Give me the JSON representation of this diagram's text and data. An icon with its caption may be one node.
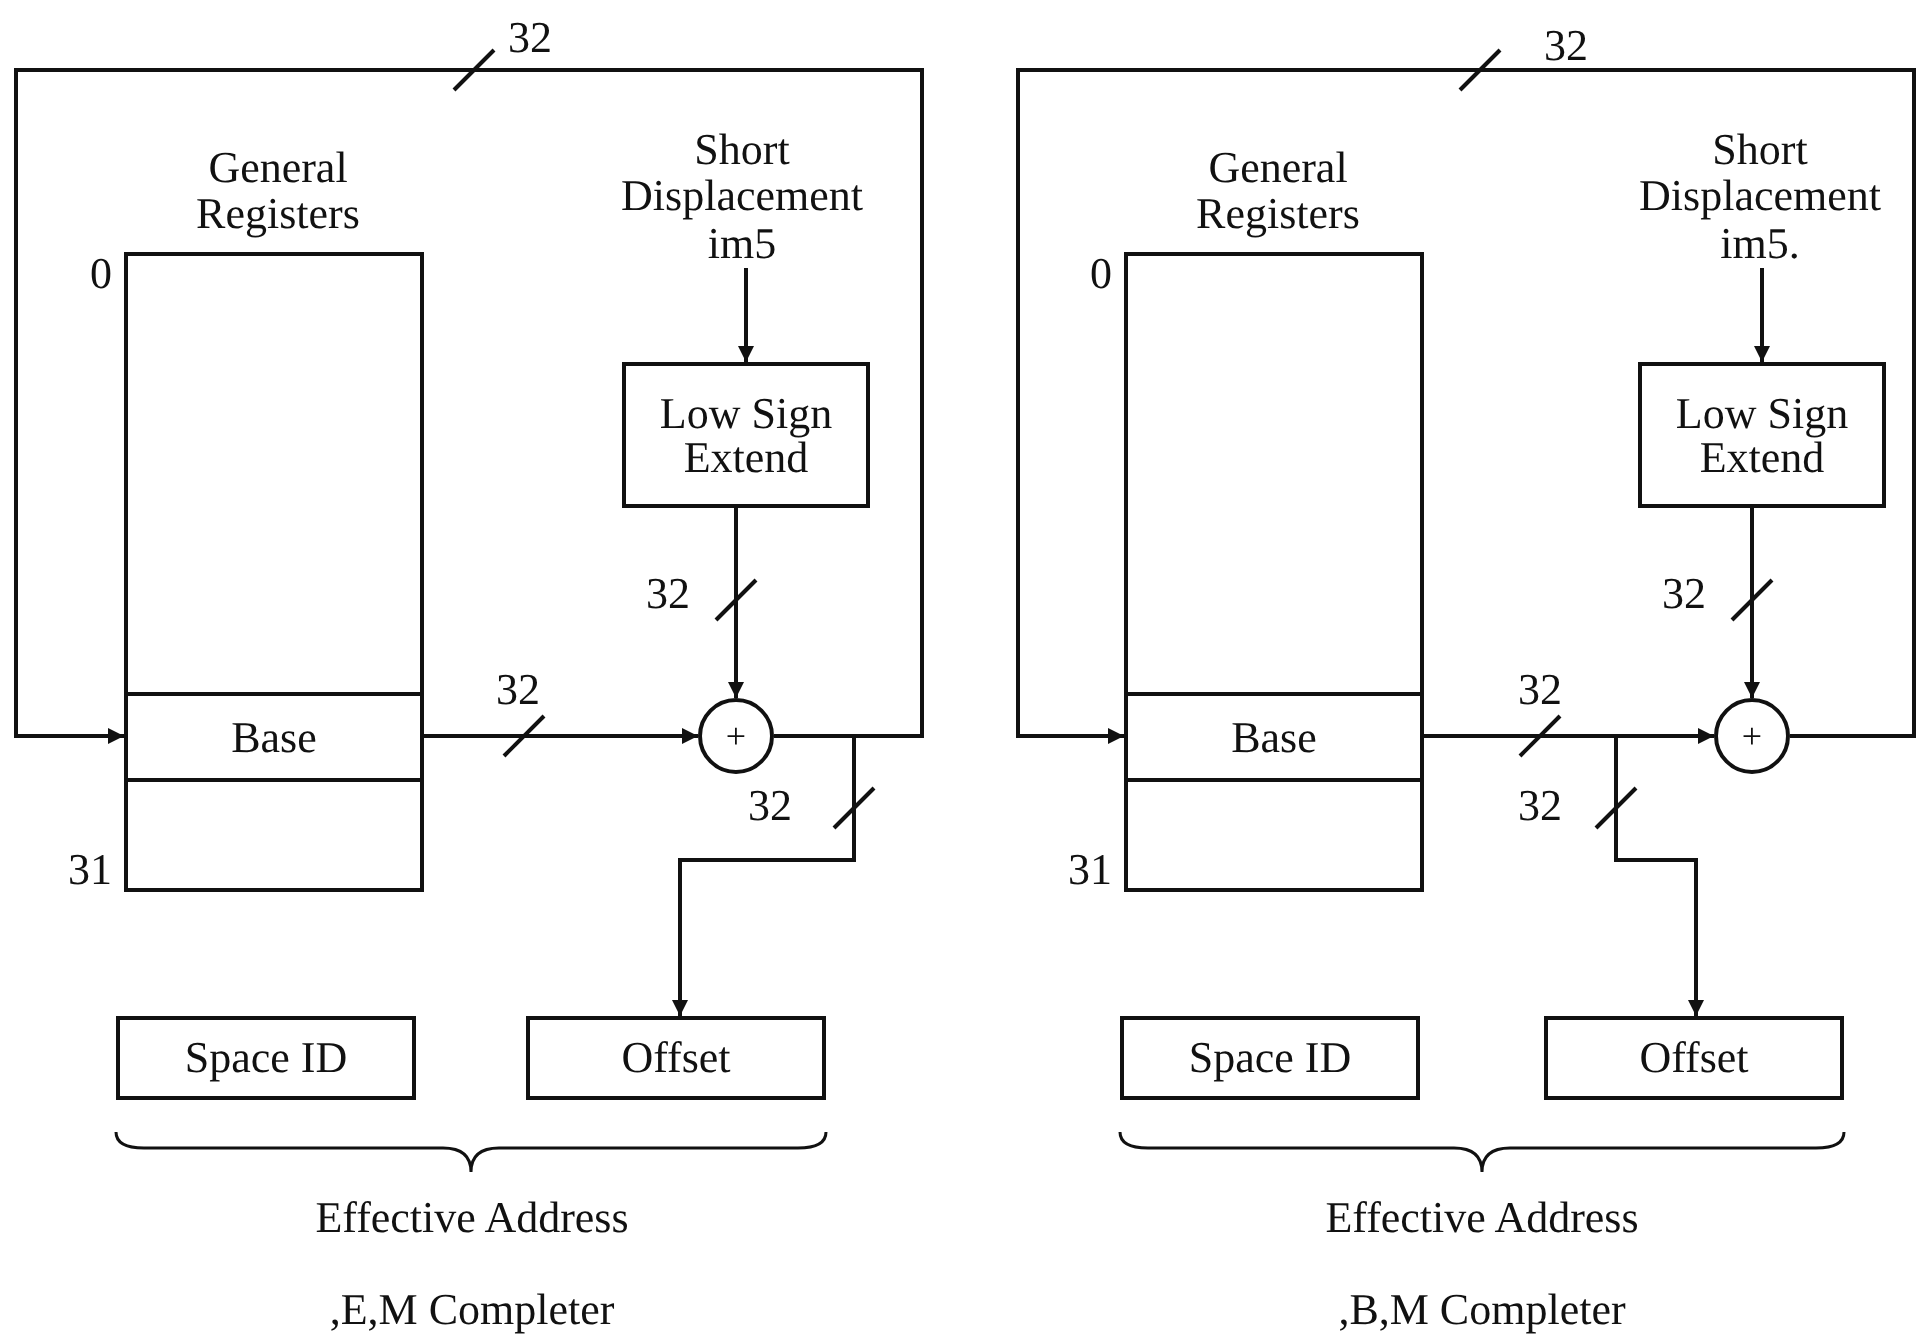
{
  "diagram": {
    "nodes": [
      {
        "text": [
          "General Registers"
        ],
        "beside": [
          "0",
          "31"
        ]
      },
      {
        "text": [
          "Base"
        ],
        "in": 0
      },
      {
        "text": [
          "Short Displacement im5"
        ]
      },
      {
        "text": [
          "Low Sign Extend"
        ]
      },
      {
        "text": [
          "+"
        ]
      },
      {
        "text": [
          "Space ID"
        ]
      },
      {
        "text": [
          "Offset"
        ]
      },
      {
        "text": [
          "General Registers"
        ],
        "beside": [
          "0",
          "31"
        ]
      },
      {
        "text": [
          "Base"
        ],
        "in": 7
      },
      {
        "text": [
          "Short Displacement im5."
        ]
      },
      {
        "text": [
          "Low Sign Extend"
        ]
      },
      {
        "text": [
          "+"
        ]
      },
      {
        "text": [
          "Space ID"
        ]
      },
      {
        "text": [
          "Offset"
        ]
      }
    ],
    "edges": [
      {
        "from": 2,
        "to": 3,
        "arrow": "to"
      },
      {
        "from": 3,
        "to": 4,
        "arrow": "to",
        "label": "32"
      },
      {
        "from": 1,
        "to": 4,
        "arrow": "to",
        "label": "32"
      },
      {
        "from": 4,
        "to": 1,
        "arrow": "to",
        "label": "32"
      },
      {
        "from": 4,
        "to": 6,
        "arrow": "to",
        "label": "32"
      },
      {
        "from": 9,
        "to": 10,
        "arrow": "to"
      },
      {
        "from": 10,
        "to": 11,
        "arrow": "to",
        "label": "32"
      },
      {
        "from": 8,
        "to": 11,
        "arrow": "to",
        "label": "32"
      },
      {
        "from": 11,
        "to": 8,
        "arrow": "to",
        "label": "32"
      },
      {
        "from": 8,
        "to": 13,
        "arrow": "to",
        "label": "32"
      }
    ],
    "labels": [
      "Effective Address",
      ",E,M Completer",
      "Effective Address",
      ",B,M Completer"
    ]
  }
}
